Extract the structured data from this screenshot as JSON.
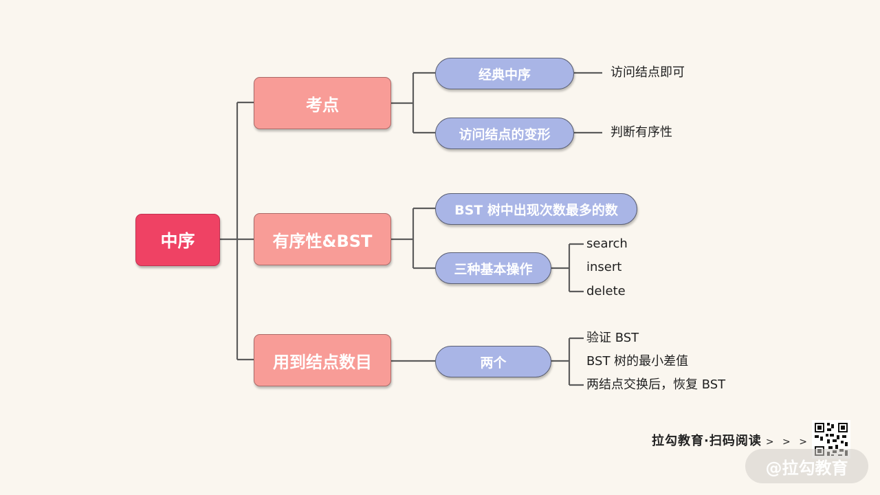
{
  "mindmap": {
    "root": "中序",
    "branches": [
      {
        "label": "考点",
        "children": [
          {
            "label": "经典中序",
            "leaves": [
              "访问结点即可"
            ]
          },
          {
            "label": "访问结点的变形",
            "leaves": [
              "判断有序性"
            ]
          }
        ]
      },
      {
        "label": "有序性&BST",
        "children": [
          {
            "label": "BST 树中出现次数最多的数",
            "leaves": []
          },
          {
            "label": "三种基本操作",
            "leaves": [
              "search",
              "insert",
              "delete"
            ]
          }
        ]
      },
      {
        "label": "用到结点数目",
        "children": [
          {
            "label": "两个",
            "leaves": [
              "验证 BST",
              "BST 树的最小差值",
              "两结点交换后，恢复 BST"
            ]
          }
        ]
      }
    ]
  },
  "footer": {
    "text": "拉勾教育·扫码阅读",
    "arrows": "> > >",
    "watermark": "@拉勾教育"
  },
  "colors": {
    "root": "#ef4264",
    "level1": "#f89c97",
    "level2": "#a9b5e6",
    "connector": "#5b5b5b",
    "background": "#faf6ef"
  },
  "icons": {
    "qr": "qr-code-icon"
  }
}
